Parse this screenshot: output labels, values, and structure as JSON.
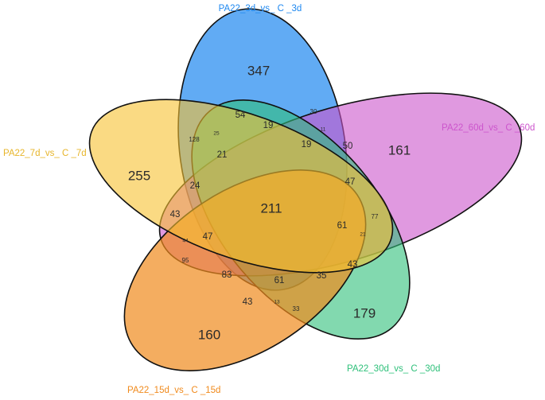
{
  "sets": [
    {
      "id": "s3d",
      "name": "PA22_3d_vs_ C _3d",
      "color": "#1e88f0"
    },
    {
      "id": "s60d",
      "name": "PA22_60d_vs_ C _60d",
      "color": "#cc55cc"
    },
    {
      "id": "s30d",
      "name": "PA22_30d_vs_ C _30d",
      "color": "#2ec07a"
    },
    {
      "id": "s15d",
      "name": "PA22_15d_vs_ C _15d",
      "color": "#f08a1c"
    },
    {
      "id": "s7d",
      "name": "PA22_7d_vs_ C _7d",
      "color": "#f7c230"
    }
  ],
  "regions": [
    {
      "id": "only-3d",
      "value": "347"
    },
    {
      "id": "only-60d",
      "value": "161"
    },
    {
      "id": "only-7d",
      "value": "255"
    },
    {
      "id": "only-30d",
      "value": "179"
    },
    {
      "id": "only-15d",
      "value": "160"
    },
    {
      "id": "r54",
      "value": "54"
    },
    {
      "id": "r30",
      "value": "30"
    },
    {
      "id": "r128",
      "value": "128"
    },
    {
      "id": "r25",
      "value": "25"
    },
    {
      "id": "r19a",
      "value": "19"
    },
    {
      "id": "r11",
      "value": "11"
    },
    {
      "id": "r50",
      "value": "50"
    },
    {
      "id": "r21a",
      "value": "21"
    },
    {
      "id": "r19b",
      "value": "19"
    },
    {
      "id": "r24",
      "value": "24"
    },
    {
      "id": "r47a",
      "value": "47"
    },
    {
      "id": "r43a",
      "value": "43"
    },
    {
      "id": "r211",
      "value": "211"
    },
    {
      "id": "r77",
      "value": "77"
    },
    {
      "id": "r61a",
      "value": "61"
    },
    {
      "id": "r21b",
      "value": "21"
    },
    {
      "id": "r44",
      "value": "44"
    },
    {
      "id": "r47b",
      "value": "47"
    },
    {
      "id": "r95",
      "value": "95"
    },
    {
      "id": "r43b",
      "value": "43"
    },
    {
      "id": "r83",
      "value": "83"
    },
    {
      "id": "r61b",
      "value": "61"
    },
    {
      "id": "r35",
      "value": "35"
    },
    {
      "id": "r43c",
      "value": "43"
    },
    {
      "id": "r13",
      "value": "13"
    },
    {
      "id": "r33",
      "value": "33"
    }
  ]
}
